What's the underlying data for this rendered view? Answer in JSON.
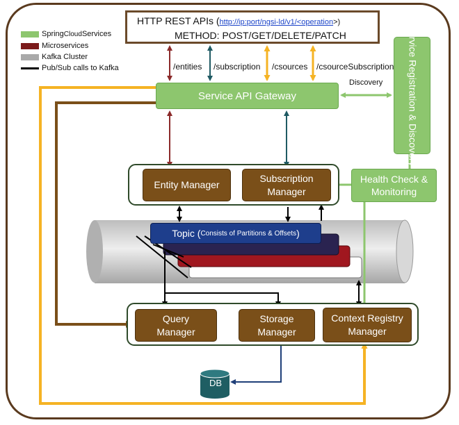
{
  "legend": {
    "items": [
      {
        "label_main": "Spring",
        "label_small": " Cloud ",
        "label_rest": "Services",
        "color": "#8dc66e"
      },
      {
        "label_main": "Microservices",
        "label_small": "",
        "label_rest": "",
        "color": "#7b1a1a"
      },
      {
        "label_main": "Kafka Cluster",
        "label_small": "",
        "label_rest": "",
        "color": "#a9a9a9"
      },
      {
        "label_main": "Pub/Sub calls to Kafka",
        "label_small": "",
        "label_rest": "",
        "color": "#000000"
      }
    ]
  },
  "api": {
    "title": "HTTP REST APIs (",
    "url": "http://ip:port/ngsi-ld/v1/<operation",
    "suffix": ">)",
    "methods": "METHOD: POST/GET/DELETE/PATCH"
  },
  "endpoints": {
    "entities": "/entities",
    "subscription": "/subscription",
    "csources": "/csources",
    "csource_subscription": "/csourceSubscription"
  },
  "gateway": {
    "label": "Service API Gateway"
  },
  "discovery": {
    "label": "Discovery"
  },
  "registry": {
    "label": "Service Registration & Discovery"
  },
  "health": {
    "line1": "Health Check &",
    "line2": "Monitoring"
  },
  "top_services": {
    "entity_manager": "Entity Manager",
    "subscription_manager": {
      "line1": "Subscription",
      "line2": "Manager"
    }
  },
  "kafka": {
    "topic_main": "Topic (",
    "topic_detail": "Consists of Partitions & Offsets",
    "topic_close": ")",
    "layer_colors": [
      "#1e3e8c",
      "#2a2350",
      "#a0171f",
      "#ffffff"
    ]
  },
  "bottom_services": {
    "query_manager": {
      "line1": "Query",
      "line2": "Manager"
    },
    "storage_manager": {
      "line1": "Storage",
      "line2": "Manager"
    },
    "context_registry_manager": {
      "line1": "Context Registry",
      "line2": "Manager"
    }
  },
  "db": {
    "label": "DB"
  },
  "colors": {
    "frame": "#5a3a1e",
    "spring_green": "#8dc66e",
    "microservice_brown": "#7a4f19",
    "entities_arrow": "#8b2a2a",
    "subscription_arrow": "#1f5a63",
    "csource_arrow": "#f5b324",
    "storage_arrow": "#1f3f78"
  }
}
